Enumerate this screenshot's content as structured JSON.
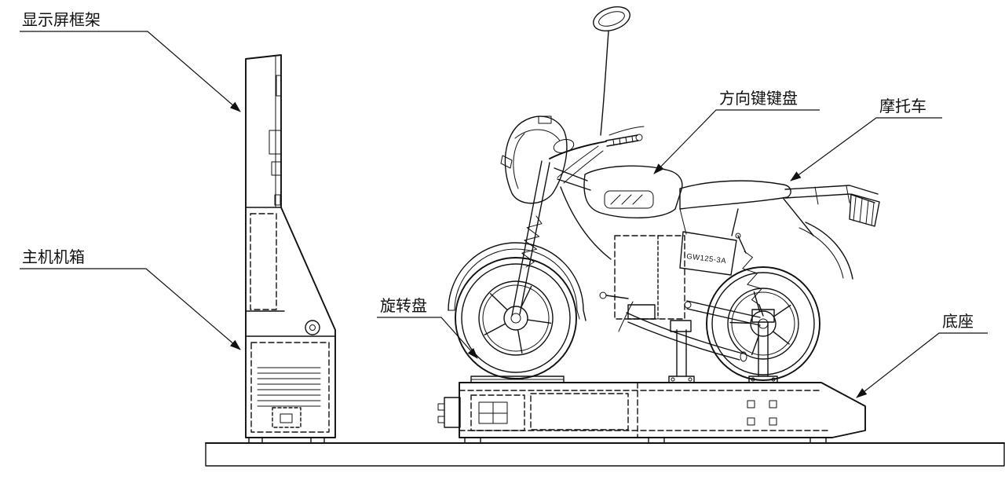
{
  "page": {
    "background": "#ffffff",
    "line_color": "#111111"
  },
  "labels": {
    "display_frame": "显示屏框架",
    "main_cabinet": "主机机箱",
    "direction_keypad": "方向键键盘",
    "motorcycle": "摩托车",
    "turntable": "旋转盘",
    "base": "底座"
  },
  "annotations": {
    "model_number": "GW125-3A"
  }
}
